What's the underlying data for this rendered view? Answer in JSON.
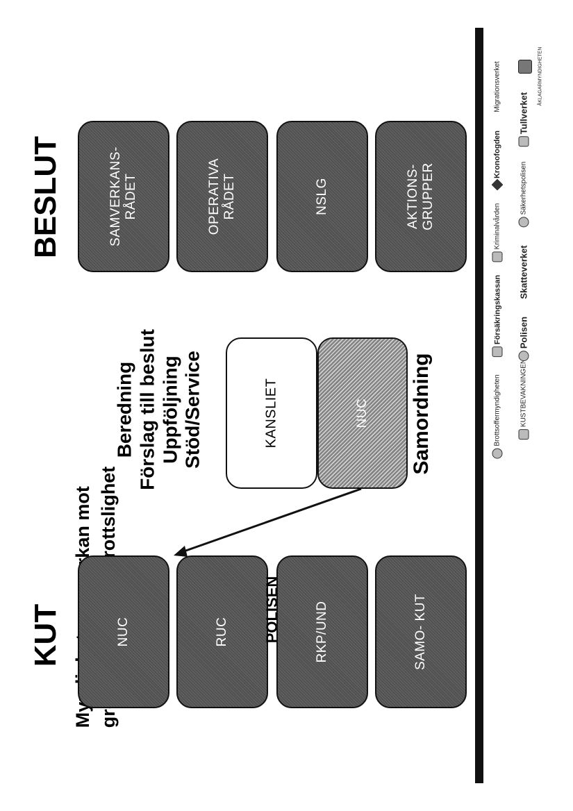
{
  "headings": {
    "kut": "KUT",
    "beslut": "BESLUT"
  },
  "title": {
    "line1": "Myndighetssamverkan mot",
    "line2": "grov organiserad brottslighet"
  },
  "center": {
    "l1": "Beredning",
    "l2": "Förslag till beslut",
    "l3": "Uppföljning",
    "l4": "Stöd/Service",
    "samordning": "Samordning"
  },
  "kut_boxes": [
    {
      "label": "NUC"
    },
    {
      "label": "RUC"
    },
    {
      "label": "RKP/UND"
    },
    {
      "label": "SAMO- KUT"
    }
  ],
  "overlap_text": "POLISEN",
  "middle_boxes": [
    {
      "label": "KANSLIET"
    },
    {
      "label": "NUC"
    }
  ],
  "beslut_boxes": [
    {
      "label1": "SAMVERKANS-",
      "label2": "RÅDET"
    },
    {
      "label1": "OPERATIVA",
      "label2": "RÅDET"
    },
    {
      "label1": "NSLG",
      "label2": ""
    },
    {
      "label1": "AKTIONS-",
      "label2": "GRUPPER"
    }
  ],
  "logos": {
    "brottsoffer": "Brottsoffermyndigheten",
    "forsakringskassan": "Försäkringskassan",
    "kriminalvarden": "Kriminalvården",
    "kronofogden": "Kronofogden",
    "migrationsverket": "Migrationsverket",
    "kustbevakningen": "KUSTBEVAKNINGEN",
    "polisen": "Polisen",
    "skatteverket": "Skatteverket",
    "sakerhetspolisen": "Säkerhetspolisen",
    "tullverket": "Tullverket",
    "aklagarmyndigheten": "ÅKLAGARMYNDIGHETEN"
  },
  "colors": {
    "dark_box": "#555555",
    "hatched_box": "#9b9b9b",
    "line": "#111111"
  }
}
